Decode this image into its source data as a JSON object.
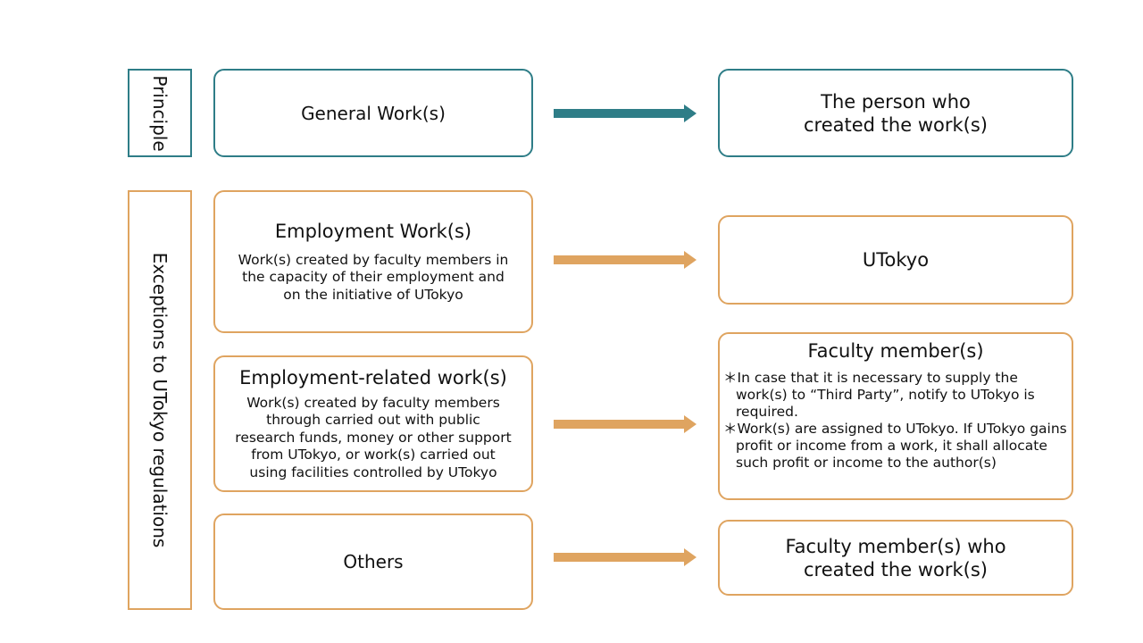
{
  "colors": {
    "principle_border": "#2e7d87",
    "exception_border": "#dfa460",
    "principle_arrow": "#2e7d87",
    "exception_arrow": "#dfa460"
  },
  "labels": {
    "principle": "Principle",
    "exceptions": "Exceptions to UTokyo regulations"
  },
  "principle_row": {
    "source": "General Work(s)",
    "target": [
      "The person who",
      "created the work(s)"
    ]
  },
  "employment_work": {
    "title": "Employment Work(s)",
    "desc": [
      "Work(s) created by faculty members in",
      "the capacity of their employment and",
      "on the initiative of UTokyo"
    ],
    "target": "UTokyo"
  },
  "employment_related": {
    "title": "Employment-related work(s)",
    "desc": [
      "Work(s) created by faculty members",
      "through carried out with public",
      "research funds, money or other support",
      "from UTokyo, or work(s) carried out",
      "using facilities controlled by UTokyo"
    ],
    "target_title": "Faculty member(s)",
    "notes": [
      "＊In case that it is necessary to supply the work(s) to “Third Party”, notify to UTokyo is required.",
      "＊Work(s) are assigned to UTokyo. If UTokyo gains profit or income from a work, it shall allocate such profit or income to the author(s)"
    ]
  },
  "others": {
    "source": "Others",
    "target": [
      "Faculty member(s) who",
      "created the work(s)"
    ]
  }
}
